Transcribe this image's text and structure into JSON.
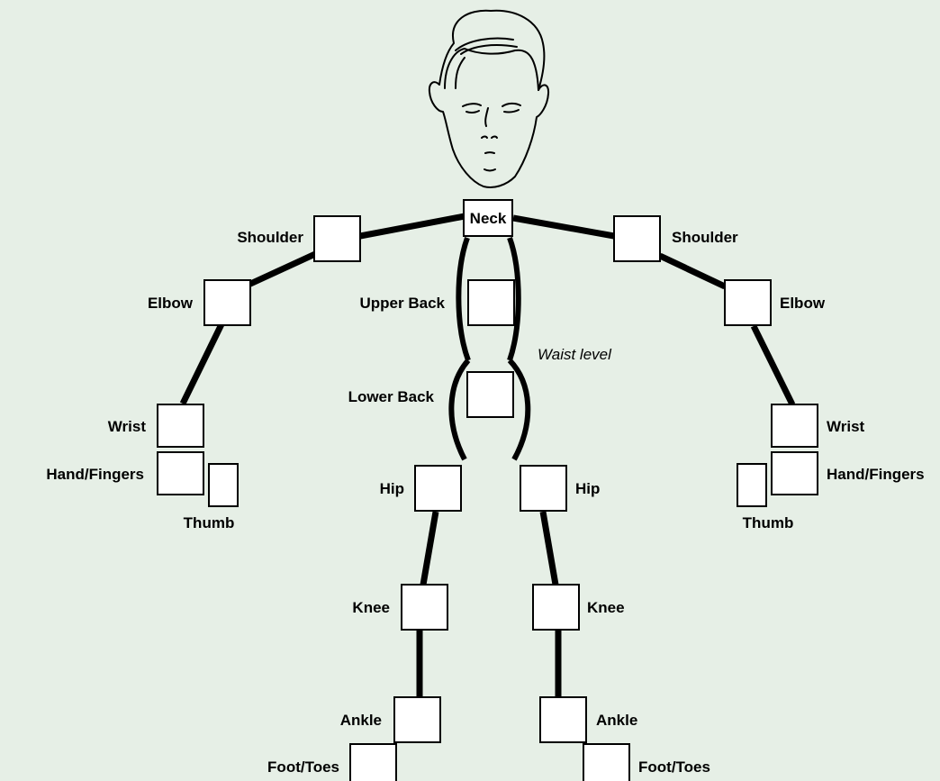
{
  "labels": {
    "neck": "Neck",
    "shoulder_left": "Shoulder",
    "shoulder_right": "Shoulder",
    "elbow_left": "Elbow",
    "elbow_right": "Elbow",
    "upper_back": "Upper Back",
    "lower_back": "Lower Back",
    "waist_level": "Waist level",
    "wrist_left": "Wrist",
    "wrist_right": "Wrist",
    "hand_left": "Hand/Fingers",
    "hand_right": "Hand/Fingers",
    "thumb_left": "Thumb",
    "thumb_right": "Thumb",
    "hip_left": "Hip",
    "hip_right": "Hip",
    "knee_left": "Knee",
    "knee_right": "Knee",
    "ankle_left": "Ankle",
    "ankle_right": "Ankle",
    "foot_left": "Foot/Toes",
    "foot_right": "Foot/Toes"
  },
  "colors": {
    "background": "#e6efe6",
    "box_fill": "#ffffff",
    "line": "#000000"
  }
}
